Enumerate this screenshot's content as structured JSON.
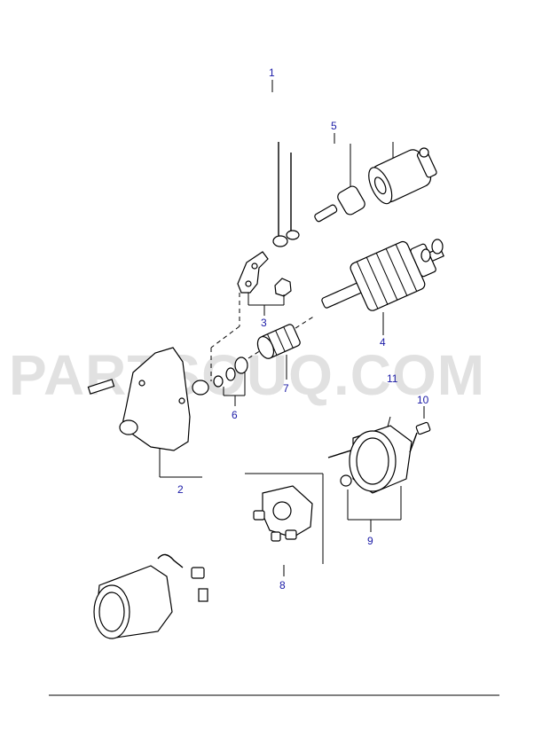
{
  "watermark": "PARTSOUQ.COM",
  "colors": {
    "callout": "#1a1aa6",
    "lines": "#000000",
    "watermark": "#c9c9c9"
  },
  "callouts": [
    {
      "id": "1",
      "label": "1"
    },
    {
      "id": "2",
      "label": "2"
    },
    {
      "id": "3",
      "label": "3"
    },
    {
      "id": "4",
      "label": "4"
    },
    {
      "id": "5",
      "label": "5"
    },
    {
      "id": "6",
      "label": "6"
    },
    {
      "id": "7",
      "label": "7"
    },
    {
      "id": "8",
      "label": "8"
    },
    {
      "id": "9",
      "label": "9"
    },
    {
      "id": "10",
      "label": "10"
    },
    {
      "id": "11",
      "label": "11"
    }
  ]
}
